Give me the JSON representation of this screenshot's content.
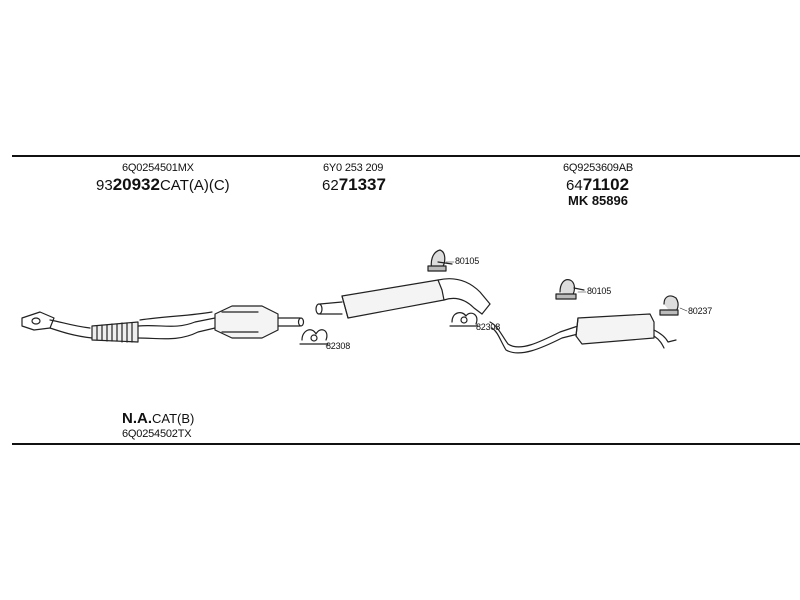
{
  "groups": {
    "front": {
      "oe": "6Q0254501MX",
      "part_prefix": "93",
      "part_bold": "20932",
      "part_suffix": "CAT(A)(C)"
    },
    "middle": {
      "oe": "6Y0 253 209",
      "part_prefix": "62",
      "part_bold": "71337"
    },
    "rear": {
      "oe": "6Q9253609AB",
      "part_prefix": "64",
      "part_bold": "71102",
      "mk": "MK  85896"
    }
  },
  "callouts": {
    "hanger_mid": "80105",
    "clamp_front": "82308",
    "clamp_mid": "82308",
    "hanger_rear": "80105",
    "hanger_tail": "80237"
  },
  "note": {
    "bold": "N.A.",
    "suffix": "CAT(B)",
    "oe": "6Q0254502TX"
  }
}
